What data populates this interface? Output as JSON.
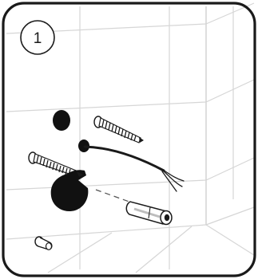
{
  "step": {
    "number": "1"
  },
  "colors": {
    "frame": "#1a1a1a",
    "tile_grout": "#d6d6d6",
    "tile_corner": "#c8c8c8",
    "hole": "#111111",
    "screw_shaft": "#1a1a1a",
    "screw_highlight": "#ffffff",
    "cable": "#1a1a1a",
    "dowel_fill": "#ffffff",
    "dowel_shade": "#bdbdbd",
    "guide_line": "#555555"
  },
  "icons": {
    "frame": "rounded-frame",
    "wall": "tiled-wall-corner",
    "screw": "wood-screw-icon",
    "hole": "drilled-hole-icon",
    "cable": "electrical-cable-icon",
    "dowel": "wall-plug-dowel-icon",
    "small_part": "small-plug-icon"
  }
}
